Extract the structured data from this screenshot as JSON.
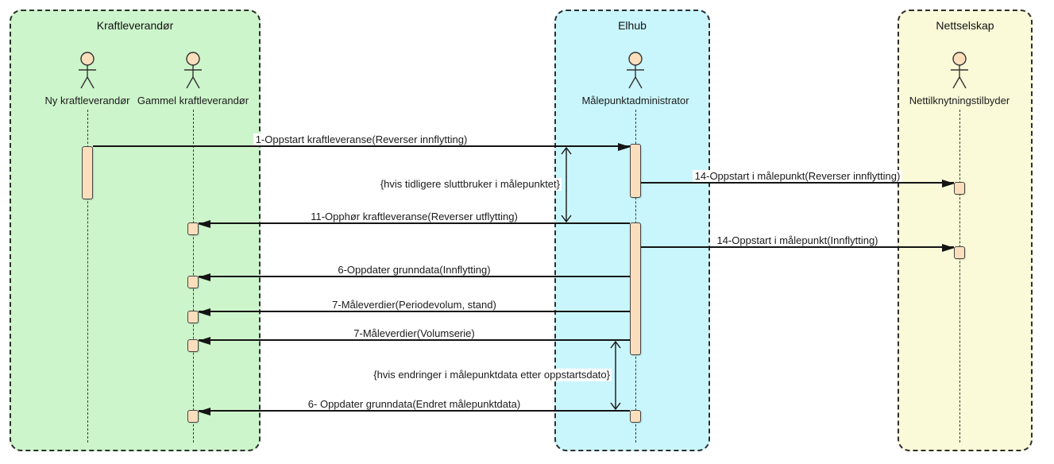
{
  "diagram": {
    "type": "uml-sequence-diagram"
  },
  "groups": [
    {
      "title": "Kraftleverandør",
      "fill": "#cdf5cb",
      "actors": [
        "Ny kraftleverandør",
        "Gammel kraftleverandør"
      ]
    },
    {
      "title": "Elhub",
      "fill": "#c9f6fd",
      "actors": [
        "Målepunktadministrator"
      ]
    },
    {
      "title": "Nettselskap",
      "fill": "#fafad8",
      "actors": [
        "Nettilknytningstilbyder"
      ]
    }
  ],
  "actors": [
    {
      "name": "Ny kraftleverandør",
      "icon": "actor-stick-figure"
    },
    {
      "name": "Gammel kraftleverandør",
      "icon": "actor-stick-figure"
    },
    {
      "name": "Målepunktadministrator",
      "icon": "actor-stick-figure"
    },
    {
      "name": "Nettilknytningstilbyder",
      "icon": "actor-stick-figure"
    }
  ],
  "messages": [
    {
      "label": "1-Oppstart kraftleveranse(Reverser innflytting)",
      "from": "Ny kraftleverandør",
      "to": "Målepunktadministrator",
      "direction": "right"
    },
    {
      "label": "14-Oppstart i målepunkt(Reverser innflytting)",
      "from": "Målepunktadministrator",
      "to": "Nettilknytningstilbyder",
      "direction": "right"
    },
    {
      "label": "11-Opphør kraftleveranse(Reverser utflytting)",
      "from": "Målepunktadministrator",
      "to": "Gammel kraftleverandør",
      "direction": "left"
    },
    {
      "label": "14-Oppstart i målepunkt(Innflytting)",
      "from": "Målepunktadministrator",
      "to": "Nettilknytningstilbyder",
      "direction": "right"
    },
    {
      "label": "6-Oppdater grunndata(Innflytting)",
      "from": "Målepunktadministrator",
      "to": "Gammel kraftleverandør",
      "direction": "left"
    },
    {
      "label": "7-Måleverdier(Periodevolum, stand)",
      "from": "Målepunktadministrator",
      "to": "Gammel kraftleverandør",
      "direction": "left"
    },
    {
      "label": "7-Måleverdier(Volumserie)",
      "from": "Målepunktadministrator",
      "to": "Gammel kraftleverandør",
      "direction": "left"
    },
    {
      "label": "6- Oppdater grunndata(Endret målepunktdata)",
      "from": "Målepunktadministrator",
      "to": "Gammel kraftleverandør",
      "direction": "left"
    }
  ],
  "conditions": [
    {
      "label": "{hvis tidligere sluttbruker i målepunktet}"
    },
    {
      "label": "{hvis endringer i målepunktdata etter oppstartsdato}"
    }
  ],
  "colors": {
    "group_kraftleverandor": "#cdf5cb",
    "group_elhub": "#c9f6fd",
    "group_nettselskap": "#fafad8",
    "activation_fill": "#fbdfbc",
    "line": "#141414"
  }
}
